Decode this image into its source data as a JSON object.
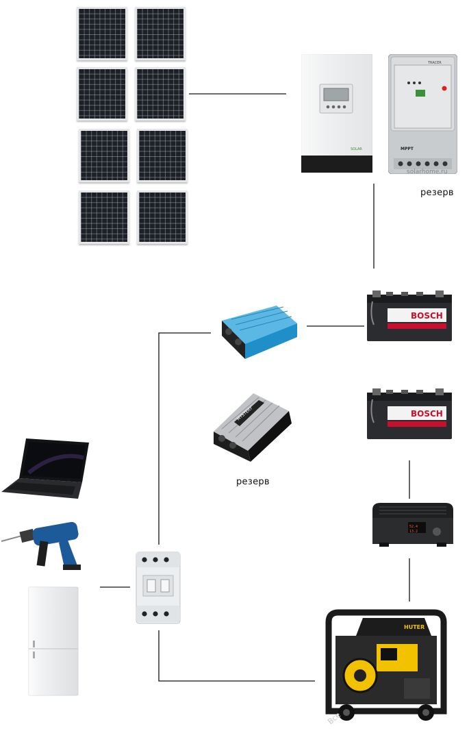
{
  "labels": {
    "controller_reserve": "резерв",
    "inverter_reserve": "резерв"
  },
  "watermarks": {
    "top": "solarhome.ru",
    "bottom": "Все"
  },
  "device_text": {
    "controller_tracer_brand": "TRACER",
    "controller_tracer_caption": "MPPT",
    "controller_main_brand": "SOLAR",
    "battery_brand": "BOSCH",
    "inverter_reserve_brand": "MYSTERY",
    "generator_brand": "HUTER",
    "charger_display_1": "52.4",
    "charger_display_2": "13.2"
  },
  "colors": {
    "wire": "#111111",
    "inverter_blue": "#1e8fc8",
    "battery_red": "#c8102e",
    "generator_yellow": "#f2c100"
  }
}
